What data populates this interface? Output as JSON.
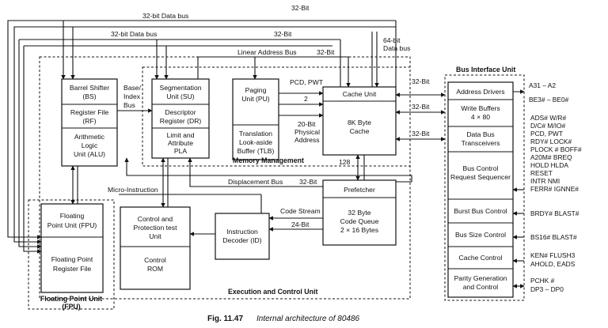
{
  "regions": {
    "memory_management": "Memory Management",
    "execution_control": "Execution and Control Unit",
    "fpu_region": [
      "Floating Point Unit",
      "(FPU)"
    ],
    "bus_interface": "Bus Interface Unit"
  },
  "blocks": {
    "barrel_shifter": [
      "Barrel Shifter",
      "(BS)"
    ],
    "register_file": [
      "Register File",
      "(RF)"
    ],
    "alu": [
      "Arithmetic",
      "Logic",
      "Unit (ALU)"
    ],
    "segmentation": [
      "Segmentation",
      "Unit (SU)"
    ],
    "descriptor": [
      "Descriptor",
      "Register (DR)"
    ],
    "limit_attr": [
      "Limit and",
      "Attribute",
      "PLA"
    ],
    "paging": [
      "Paging",
      "Unit (PU)"
    ],
    "tlb": [
      "Translation",
      "Look-aside",
      "Buffer (TLB)"
    ],
    "cache_unit": "Cache Unit",
    "cache_size": [
      "8K Byte",
      "Cache"
    ],
    "prefetcher": "Prefetcher",
    "code_queue": [
      "32 Byte",
      "Code Queue",
      "2 × 16 Bytes"
    ],
    "fpu": [
      "Floating",
      "Point Unit (FPU)"
    ],
    "fp_regfile": [
      "Floating Point",
      "Register File"
    ],
    "control_test": [
      "Control and",
      "Protection test",
      "Unit"
    ],
    "control_rom": [
      "Control",
      "ROM"
    ],
    "instr_decoder": [
      "Instruction",
      "Decoder (ID)"
    ],
    "address_drivers": "Address Drivers",
    "write_buffers": [
      "Write Buffers",
      "4 × 80"
    ],
    "data_bus_transceivers": [
      "Data Bus",
      "Transceivers"
    ],
    "bus_control_seq": [
      "Bus Control",
      "Request Sequencer"
    ],
    "burst_bus_control": "Burst Bus Control",
    "bus_size_control": "Bus Size Control",
    "cache_control": "Cache Control",
    "parity": [
      "Parity Generation",
      "and Control"
    ]
  },
  "bus_labels": {
    "data_bus_32_top": "32-bit Data bus",
    "data_bus_32_second": "32-bit Data bus",
    "bit32_top": "32-Bit",
    "bit32_second": "32-Bit",
    "bit64": [
      "64-bit",
      "Data bus"
    ],
    "linear_address_bus": "Linear Address Bus",
    "bit32_linear": "32-Bit",
    "base_index_bus": [
      "Base/",
      "Index",
      "Bus"
    ],
    "pcd_pwt": "PCD, PWT",
    "two": "2",
    "physical_address": [
      "20-Bit",
      "Physical",
      "Address"
    ],
    "bit32_biu1": "32-Bit",
    "bit32_biu2": "32-Bit",
    "bit32_biu3": "32-Bit",
    "bit128": "128",
    "displacement_bus": "Displacement Bus",
    "bit32_disp": "32-Bit",
    "micro_instruction": "Micro-Instruction",
    "code_stream": "Code  Stream",
    "bit24": "24-Bit"
  },
  "signals": {
    "address": [
      "A31 – A2",
      "BE3# – BE0#"
    ],
    "control": [
      "ADS#   W/R#",
      "D/C#   M/IO#",
      "PCD,   PWT",
      "RDY#  LOCK#",
      "PLOCK #  BOFF#",
      "A20M#   BREQ",
      "HOLD   HLDA",
      "RESET",
      "INTR   NMI",
      "FERR#   IGNNE#"
    ],
    "burst": "BRDY#   BLAST#",
    "bus_size": "BS16#   BLAST#",
    "cache": [
      "KEN#   FLUSH3",
      "AHOLD,  EADS"
    ],
    "parity": [
      "PCHK #",
      "DP3 – DP0"
    ]
  },
  "caption": {
    "number": "Fig. 11.47",
    "text": "Internal architecture of 80486"
  }
}
